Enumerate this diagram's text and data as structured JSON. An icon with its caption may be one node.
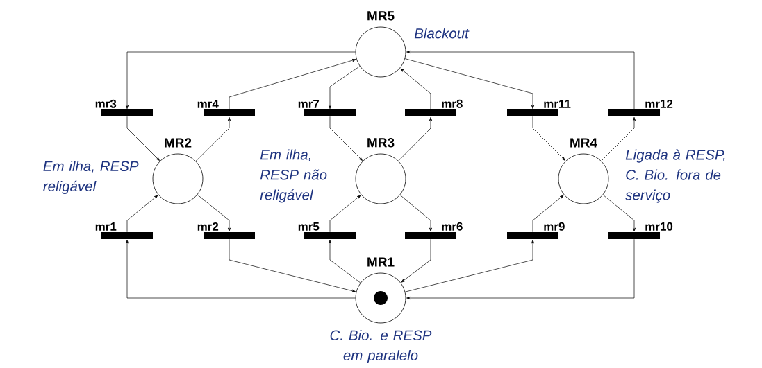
{
  "diagram": {
    "nodes": [
      {
        "text": [
          "MR5"
        ],
        "beside": [
          "Blackout"
        ]
      },
      {
        "text": [
          "mr3"
        ]
      },
      {
        "text": [
          "mr4"
        ]
      },
      {
        "text": [
          "mr7"
        ]
      },
      {
        "text": [
          "mr8"
        ]
      },
      {
        "text": [
          "mr11"
        ]
      },
      {
        "text": [
          "mr12"
        ]
      },
      {
        "text": [
          "MR2"
        ],
        "beside": [
          "Em ilha, RESP religável"
        ]
      },
      {
        "text": [
          "MR3"
        ],
        "beside": [
          "Em ilha, RESP não religável"
        ]
      },
      {
        "text": [
          "MR4"
        ],
        "beside": [
          "Ligada à RESP, C. Bio. fora de serviço"
        ]
      },
      {
        "text": [
          "mr1"
        ]
      },
      {
        "text": [
          "mr2"
        ]
      },
      {
        "text": [
          "mr5"
        ]
      },
      {
        "text": [
          "mr6"
        ]
      },
      {
        "text": [
          "mr9"
        ]
      },
      {
        "text": [
          "mr10"
        ]
      },
      {
        "text": [
          "MR1"
        ],
        "beside": [
          "C. Bio. e RESP em paralelo"
        ]
      }
    ],
    "edges": [
      {
        "from": 0,
        "to": 1,
        "arrow": "to"
      },
      {
        "from": 2,
        "to": 0,
        "arrow": "to"
      },
      {
        "from": 0,
        "to": 3,
        "arrow": "to"
      },
      {
        "from": 4,
        "to": 0,
        "arrow": "to"
      },
      {
        "from": 0,
        "to": 5,
        "arrow": "to"
      },
      {
        "from": 6,
        "to": 0,
        "arrow": "to"
      },
      {
        "from": 1,
        "to": 7,
        "arrow": "to"
      },
      {
        "from": 7,
        "to": 2,
        "arrow": "to"
      },
      {
        "from": 3,
        "to": 8,
        "arrow": "to"
      },
      {
        "from": 8,
        "to": 4,
        "arrow": "to"
      },
      {
        "from": 5,
        "to": 9,
        "arrow": "to"
      },
      {
        "from": 9,
        "to": 6,
        "arrow": "to"
      },
      {
        "from": 7,
        "to": 11,
        "arrow": "to"
      },
      {
        "from": 10,
        "to": 7,
        "arrow": "to"
      },
      {
        "from": 12,
        "to": 8,
        "arrow": "to"
      },
      {
        "from": 8,
        "to": 13,
        "arrow": "to"
      },
      {
        "from": 14,
        "to": 9,
        "arrow": "to"
      },
      {
        "from": 9,
        "to": 15,
        "arrow": "to"
      },
      {
        "from": 16,
        "to": 10,
        "arrow": "to"
      },
      {
        "from": 11,
        "to": 16,
        "arrow": "to"
      },
      {
        "from": 16,
        "to": 12,
        "arrow": "to"
      },
      {
        "from": 13,
        "to": 16,
        "arrow": "to"
      },
      {
        "from": 16,
        "to": 14,
        "arrow": "to"
      },
      {
        "from": 15,
        "to": 16,
        "arrow": "to"
      }
    ]
  }
}
